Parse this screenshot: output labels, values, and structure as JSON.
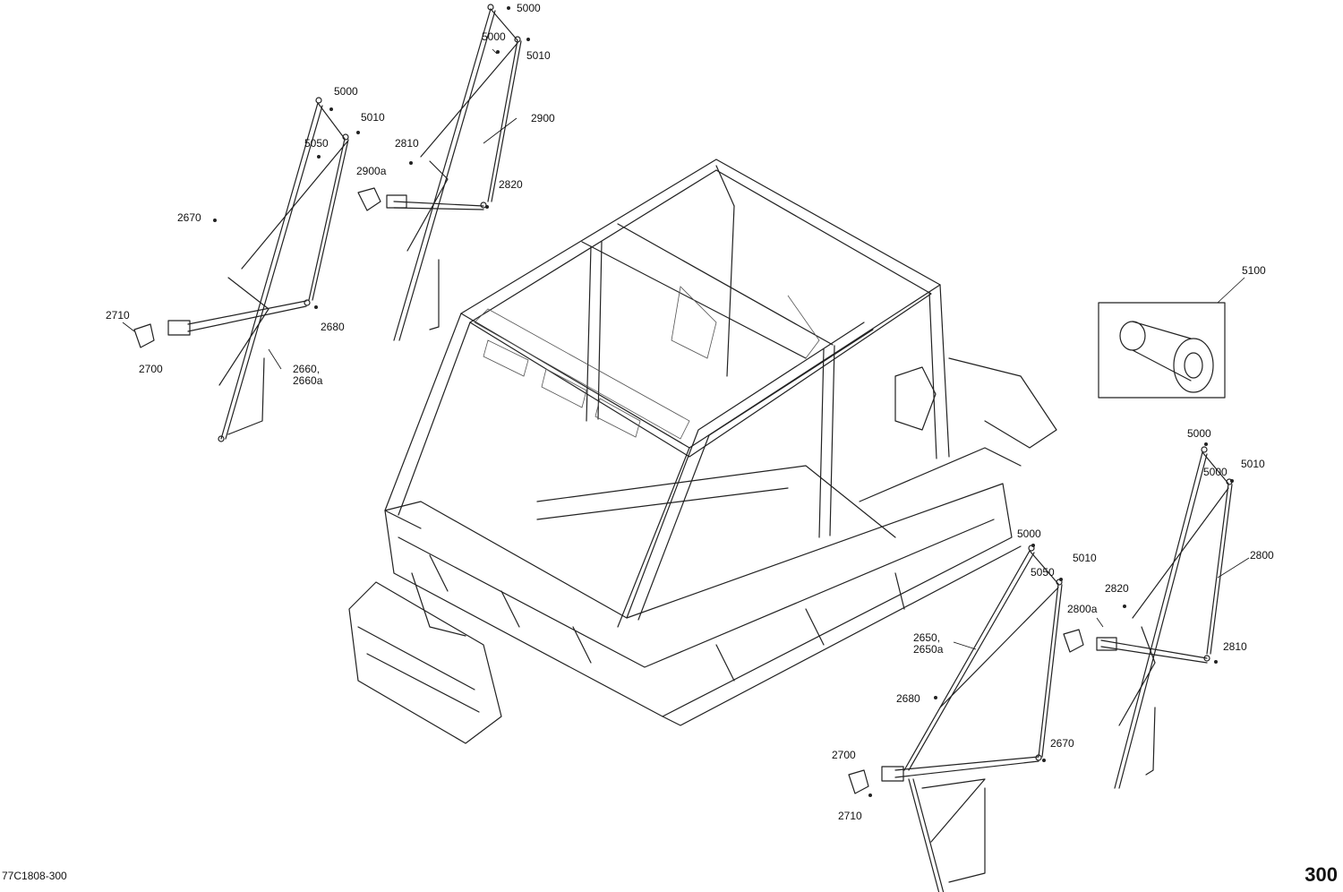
{
  "document_code": "77C1808-300",
  "page_number": "300",
  "callouts": {
    "c5000_a": "5000",
    "c5000_b": "5000",
    "c5010_a": "5010",
    "c2900": "2900",
    "c2810_a": "2810",
    "c2900a": "2900a",
    "c2820_a": "2820",
    "c5000_c": "5000",
    "c5010_b": "5010",
    "c5050_a": "5050",
    "c2670_a": "2670",
    "c2710_a": "2710",
    "c2700_a": "2700",
    "c2680_a": "2680",
    "c2660": "2660,",
    "c2660a": "2660a",
    "c5100": "5100",
    "c5000_d": "5000",
    "c5000_e": "5000",
    "c5010_c": "5010",
    "c2800": "2800",
    "c2820_b": "2820",
    "c2800a": "2800a",
    "c2810_b": "2810",
    "c5000_f": "5000",
    "c5050_b": "5050",
    "c5010_d": "5010",
    "c2650": "2650,",
    "c2650a": "2650a",
    "c2680_b": "2680",
    "c2670_b": "2670",
    "c2700_b": "2700",
    "c2710_b": "2710"
  }
}
